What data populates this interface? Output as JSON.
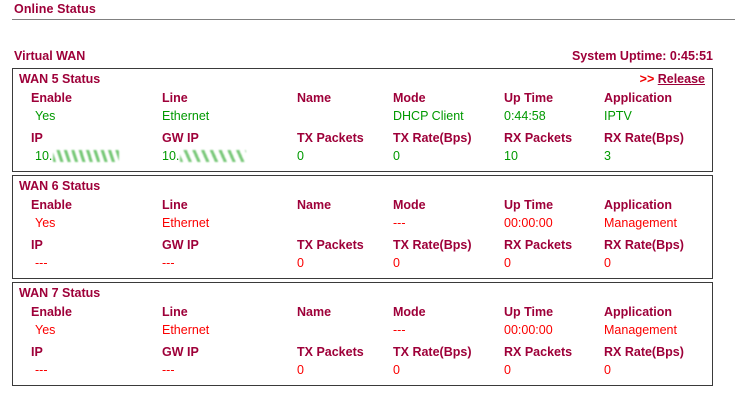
{
  "page": {
    "title": "Online Status"
  },
  "section": {
    "title": "Virtual WAN",
    "uptime_label": "System Uptime: 0:45:51"
  },
  "columns": {
    "row1": [
      "Enable",
      "Line",
      "Name",
      "Mode",
      "Up Time",
      "Application"
    ],
    "row2": [
      "IP",
      "GW IP",
      "TX Packets",
      "TX Rate(Bps)",
      "RX Packets",
      "RX Rate(Bps)"
    ]
  },
  "colors": {
    "label": "#9e0039",
    "connected": "#009900",
    "disconnected": "#fb0000",
    "link": "#f00000",
    "border": "#3a3a3a",
    "rule": "#808080"
  },
  "wans": [
    {
      "title": "WAN 5 Status",
      "state": "connected",
      "release": {
        "arrows": ">>",
        "label": "Release"
      },
      "enable": "Yes",
      "line": "Ethernet",
      "name": "",
      "mode": "DHCP Client",
      "up_time": "0:44:58",
      "application": "IPTV",
      "ip": "10.",
      "ip_redacted": true,
      "gw_ip": "10.",
      "gw_ip_redacted": true,
      "tx_packets": "0",
      "tx_rate": "0",
      "rx_packets": "10",
      "rx_rate": "3"
    },
    {
      "title": "WAN 6 Status",
      "state": "disconnected",
      "enable": "Yes",
      "line": "Ethernet",
      "name": "",
      "mode": "---",
      "up_time": "00:00:00",
      "application": "Management",
      "ip": "---",
      "ip_redacted": false,
      "gw_ip": "---",
      "gw_ip_redacted": false,
      "tx_packets": "0",
      "tx_rate": "0",
      "rx_packets": "0",
      "rx_rate": "0"
    },
    {
      "title": "WAN 7 Status",
      "state": "disconnected",
      "enable": "Yes",
      "line": "Ethernet",
      "name": "",
      "mode": "---",
      "up_time": "00:00:00",
      "application": "Management",
      "ip": "---",
      "ip_redacted": false,
      "gw_ip": "---",
      "gw_ip_redacted": false,
      "tx_packets": "0",
      "tx_rate": "0",
      "rx_packets": "0",
      "rx_rate": "0"
    }
  ]
}
